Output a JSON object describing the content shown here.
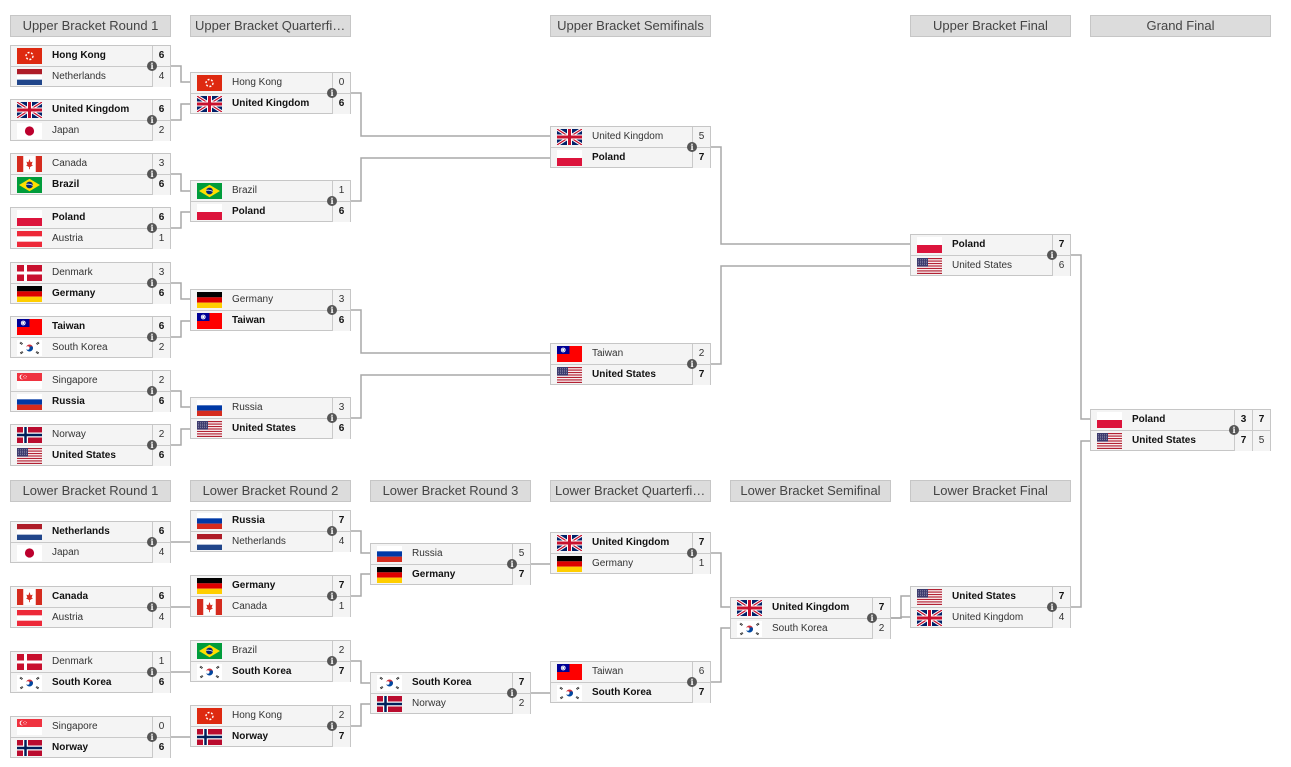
{
  "headers": {
    "ub_r1": "Upper Bracket Round 1",
    "ub_qf": "Upper Bracket Quarterfin…",
    "ub_sf": "Upper Bracket Semifinals",
    "ub_f": "Upper Bracket Final",
    "gf": "Grand Final",
    "lb_r1": "Lower Bracket Round 1",
    "lb_r2": "Lower Bracket Round 2",
    "lb_r3": "Lower Bracket Round 3",
    "lb_qf": "Lower Bracket Quarterfin…",
    "lb_sf": "Lower Bracket Semifinal",
    "lb_f": "Lower Bracket Final"
  },
  "matches": [
    {
      "id": "ubr1_1",
      "teams": [
        {
          "name": "Hong Kong",
          "flag": "hong-kong",
          "score": "6",
          "win": true
        },
        {
          "name": "Netherlands",
          "flag": "netherlands",
          "score": "4",
          "win": false
        }
      ]
    },
    {
      "id": "ubr1_2",
      "teams": [
        {
          "name": "United Kingdom",
          "flag": "united-kingdom",
          "score": "6",
          "win": true
        },
        {
          "name": "Japan",
          "flag": "japan",
          "score": "2",
          "win": false
        }
      ]
    },
    {
      "id": "ubr1_3",
      "teams": [
        {
          "name": "Canada",
          "flag": "canada",
          "score": "3",
          "win": false
        },
        {
          "name": "Brazil",
          "flag": "brazil",
          "score": "6",
          "win": true
        }
      ]
    },
    {
      "id": "ubr1_4",
      "teams": [
        {
          "name": "Poland",
          "flag": "poland",
          "score": "6",
          "win": true
        },
        {
          "name": "Austria",
          "flag": "austria",
          "score": "1",
          "win": false
        }
      ]
    },
    {
      "id": "ubr1_5",
      "teams": [
        {
          "name": "Denmark",
          "flag": "denmark",
          "score": "3",
          "win": false
        },
        {
          "name": "Germany",
          "flag": "germany",
          "score": "6",
          "win": true
        }
      ]
    },
    {
      "id": "ubr1_6",
      "teams": [
        {
          "name": "Taiwan",
          "flag": "taiwan",
          "score": "6",
          "win": true
        },
        {
          "name": "South Korea",
          "flag": "south-korea",
          "score": "2",
          "win": false
        }
      ]
    },
    {
      "id": "ubr1_7",
      "teams": [
        {
          "name": "Singapore",
          "flag": "singapore",
          "score": "2",
          "win": false
        },
        {
          "name": "Russia",
          "flag": "russia",
          "score": "6",
          "win": true
        }
      ]
    },
    {
      "id": "ubr1_8",
      "teams": [
        {
          "name": "Norway",
          "flag": "norway",
          "score": "2",
          "win": false
        },
        {
          "name": "United States",
          "flag": "united-states",
          "score": "6",
          "win": true
        }
      ]
    },
    {
      "id": "ubqf_1",
      "teams": [
        {
          "name": "Hong Kong",
          "flag": "hong-kong",
          "score": "0",
          "win": false
        },
        {
          "name": "United Kingdom",
          "flag": "united-kingdom",
          "score": "6",
          "win": true
        }
      ]
    },
    {
      "id": "ubqf_2",
      "teams": [
        {
          "name": "Brazil",
          "flag": "brazil",
          "score": "1",
          "win": false
        },
        {
          "name": "Poland",
          "flag": "poland",
          "score": "6",
          "win": true
        }
      ]
    },
    {
      "id": "ubqf_3",
      "teams": [
        {
          "name": "Germany",
          "flag": "germany",
          "score": "3",
          "win": false
        },
        {
          "name": "Taiwan",
          "flag": "taiwan",
          "score": "6",
          "win": true
        }
      ]
    },
    {
      "id": "ubqf_4",
      "teams": [
        {
          "name": "Russia",
          "flag": "russia",
          "score": "3",
          "win": false
        },
        {
          "name": "United States",
          "flag": "united-states",
          "score": "6",
          "win": true
        }
      ]
    },
    {
      "id": "ubsf_1",
      "teams": [
        {
          "name": "United Kingdom",
          "flag": "united-kingdom",
          "score": "5",
          "win": false
        },
        {
          "name": "Poland",
          "flag": "poland",
          "score": "7",
          "win": true
        }
      ]
    },
    {
      "id": "ubsf_2",
      "teams": [
        {
          "name": "Taiwan",
          "flag": "taiwan",
          "score": "2",
          "win": false
        },
        {
          "name": "United States",
          "flag": "united-states",
          "score": "7",
          "win": true
        }
      ]
    },
    {
      "id": "ubf",
      "teams": [
        {
          "name": "Poland",
          "flag": "poland",
          "score": "7",
          "win": true
        },
        {
          "name": "United States",
          "flag": "united-states",
          "score": "6",
          "win": false
        }
      ]
    },
    {
      "id": "gf",
      "teams": [
        {
          "name": "Poland",
          "flag": "poland",
          "score": "3",
          "score2": "7",
          "win": true,
          "win2": true
        },
        {
          "name": "United States",
          "flag": "united-states",
          "score": "7",
          "score2": "5",
          "win": true,
          "win2": false
        }
      ]
    },
    {
      "id": "lbr1_1",
      "teams": [
        {
          "name": "Netherlands",
          "flag": "netherlands",
          "score": "6",
          "win": true
        },
        {
          "name": "Japan",
          "flag": "japan",
          "score": "4",
          "win": false
        }
      ]
    },
    {
      "id": "lbr1_2",
      "teams": [
        {
          "name": "Canada",
          "flag": "canada",
          "score": "6",
          "win": true
        },
        {
          "name": "Austria",
          "flag": "austria",
          "score": "4",
          "win": false
        }
      ]
    },
    {
      "id": "lbr1_3",
      "teams": [
        {
          "name": "Denmark",
          "flag": "denmark",
          "score": "1",
          "win": false
        },
        {
          "name": "South Korea",
          "flag": "south-korea",
          "score": "6",
          "win": true
        }
      ]
    },
    {
      "id": "lbr1_4",
      "teams": [
        {
          "name": "Singapore",
          "flag": "singapore",
          "score": "0",
          "win": false
        },
        {
          "name": "Norway",
          "flag": "norway",
          "score": "6",
          "win": true
        }
      ]
    },
    {
      "id": "lbr2_1",
      "teams": [
        {
          "name": "Russia",
          "flag": "russia",
          "score": "7",
          "win": true
        },
        {
          "name": "Netherlands",
          "flag": "netherlands",
          "score": "4",
          "win": false
        }
      ]
    },
    {
      "id": "lbr2_2",
      "teams": [
        {
          "name": "Germany",
          "flag": "germany",
          "score": "7",
          "win": true
        },
        {
          "name": "Canada",
          "flag": "canada",
          "score": "1",
          "win": false
        }
      ]
    },
    {
      "id": "lbr2_3",
      "teams": [
        {
          "name": "Brazil",
          "flag": "brazil",
          "score": "2",
          "win": false
        },
        {
          "name": "South Korea",
          "flag": "south-korea",
          "score": "7",
          "win": true
        }
      ]
    },
    {
      "id": "lbr2_4",
      "teams": [
        {
          "name": "Hong Kong",
          "flag": "hong-kong",
          "score": "2",
          "win": false
        },
        {
          "name": "Norway",
          "flag": "norway",
          "score": "7",
          "win": true
        }
      ]
    },
    {
      "id": "lbr3_1",
      "teams": [
        {
          "name": "Russia",
          "flag": "russia",
          "score": "5",
          "win": false
        },
        {
          "name": "Germany",
          "flag": "germany",
          "score": "7",
          "win": true
        }
      ]
    },
    {
      "id": "lbr3_2",
      "teams": [
        {
          "name": "South Korea",
          "flag": "south-korea",
          "score": "7",
          "win": true
        },
        {
          "name": "Norway",
          "flag": "norway",
          "score": "2",
          "win": false
        }
      ]
    },
    {
      "id": "lbqf_1",
      "teams": [
        {
          "name": "United Kingdom",
          "flag": "united-kingdom",
          "score": "7",
          "win": true
        },
        {
          "name": "Germany",
          "flag": "germany",
          "score": "1",
          "win": false
        }
      ]
    },
    {
      "id": "lbqf_2",
      "teams": [
        {
          "name": "Taiwan",
          "flag": "taiwan",
          "score": "6",
          "win": false
        },
        {
          "name": "South Korea",
          "flag": "south-korea",
          "score": "7",
          "win": true
        }
      ]
    },
    {
      "id": "lbsf",
      "teams": [
        {
          "name": "United Kingdom",
          "flag": "united-kingdom",
          "score": "7",
          "win": true
        },
        {
          "name": "South Korea",
          "flag": "south-korea",
          "score": "2",
          "win": false
        }
      ]
    },
    {
      "id": "lbf",
      "teams": [
        {
          "name": "United States",
          "flag": "united-states",
          "score": "7",
          "win": true
        },
        {
          "name": "United Kingdom",
          "flag": "united-kingdom",
          "score": "4",
          "win": false
        }
      ]
    }
  ]
}
